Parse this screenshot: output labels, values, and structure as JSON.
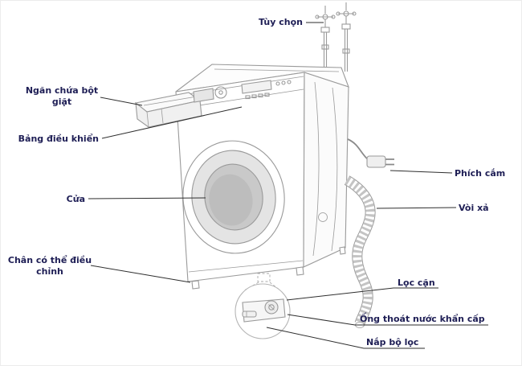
{
  "diagram": {
    "labels": {
      "tuy_chon": "Tùy chọn",
      "ngan_chua_bot_giat": "Ngăn chứa bột giặt",
      "bang_dieu_khien": "Bảng điều khiển",
      "cua": "Cửa",
      "chan_co_the_dieu_chinh": "Chân có thể điều chỉnh",
      "phich_cam": "Phích cắm",
      "voi_xa": "Vòi xả",
      "loc_can": "Lọc cặn",
      "ong_thoat_nuoc_khan_cap": "Ống thoát nước khẩn cấp",
      "nap_bo_loc": "Nắp bộ lọc"
    },
    "colors": {
      "background": "#ffffff",
      "label_text": "#1e1e55",
      "leader_line": "#2e2e2e",
      "machine_stroke": "#9a9a9a",
      "door_glass": "#c9c9c9"
    }
  }
}
